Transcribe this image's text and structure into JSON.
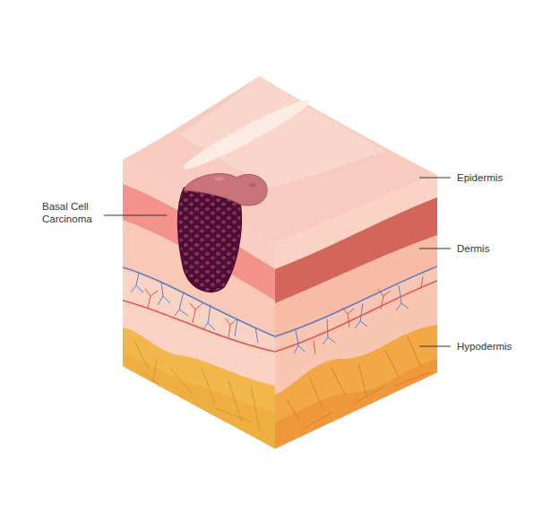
{
  "diagram": {
    "labels": [
      "Basal Cell Carcinoma",
      "Epidermis",
      "Dermis",
      "Hypodermis"
    ]
  }
}
